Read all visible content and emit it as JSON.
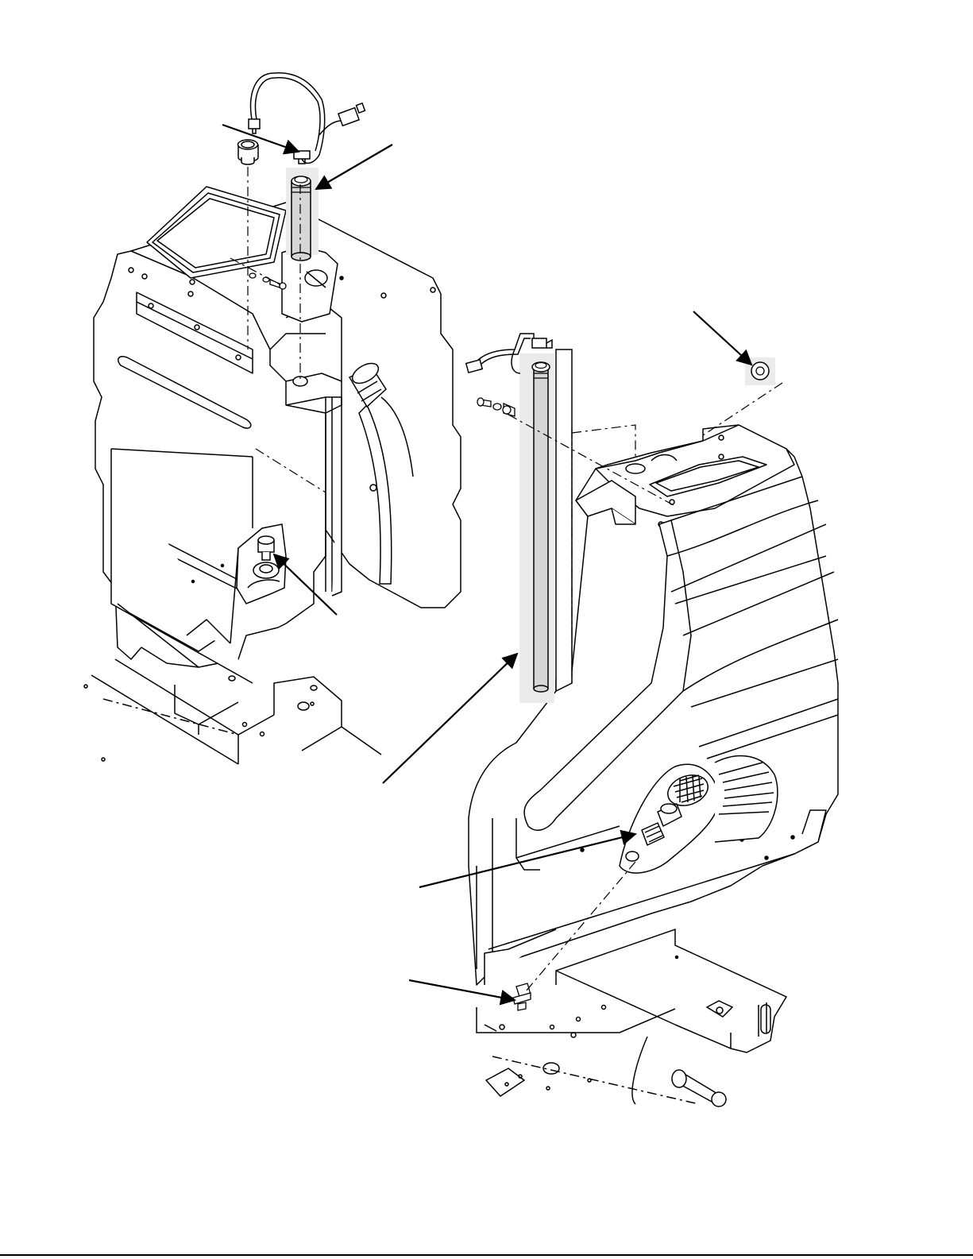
{
  "figure": {
    "labels": [],
    "colors": {
      "ink": "#000000",
      "paper": "#ffffff",
      "highlight": "#ebebeb"
    },
    "parts": [
      {
        "id": "left-fuel-tank"
      },
      {
        "id": "right-fuel-tank"
      },
      {
        "id": "left-fuel-sender"
      },
      {
        "id": "right-fuel-sender"
      },
      {
        "id": "drain-plug"
      },
      {
        "id": "vent-grommet"
      },
      {
        "id": "fitting"
      },
      {
        "id": "strainer-fitting"
      }
    ]
  }
}
